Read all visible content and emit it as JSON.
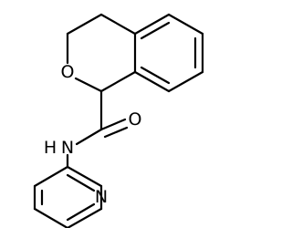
{
  "molecule": {
    "atom_labels": {
      "ring_oxygen": "O",
      "carbonyl_oxygen": "O",
      "amide_nitrogen": "N",
      "amide_hydrogen": "H",
      "pyridine_nitrogen": "N"
    },
    "colors": {
      "bond": "#000000",
      "label": "#000000",
      "background": "#ffffff"
    }
  }
}
